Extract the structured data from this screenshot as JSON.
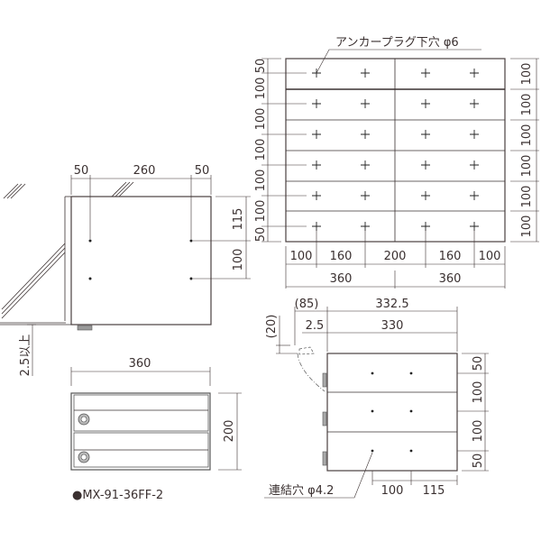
{
  "plan_view": {
    "anchor_callout": "アンカープラグ下穴 φ6",
    "left_dims": [
      "50",
      "100",
      "100",
      "100",
      "100",
      "100",
      "50"
    ],
    "right_dims": [
      "100",
      "100",
      "100",
      "100",
      "100",
      "100"
    ],
    "bottom_dims_row1": [
      "100",
      "160",
      "200",
      "160",
      "100"
    ],
    "bottom_dims_row2": [
      "360",
      "360"
    ]
  },
  "side_view_left": {
    "top_dims": [
      "50",
      "260",
      "50"
    ],
    "right_dims": [
      "115",
      "100"
    ],
    "floor_gap": "2.5以上"
  },
  "front_view": {
    "width_dim": "360",
    "height_dim": "200",
    "model_label": "●MX-91-36FF-2"
  },
  "side_view_right": {
    "top_dims_row1": [
      "(85)",
      "332.5"
    ],
    "top_dims_row2": [
      "2.5",
      "330"
    ],
    "lid_dim": "(20)",
    "right_dims": [
      "50",
      "100",
      "100",
      "50"
    ],
    "bottom_dims": [
      "100",
      "115"
    ],
    "connect_callout": "連結穴 φ4.2"
  }
}
